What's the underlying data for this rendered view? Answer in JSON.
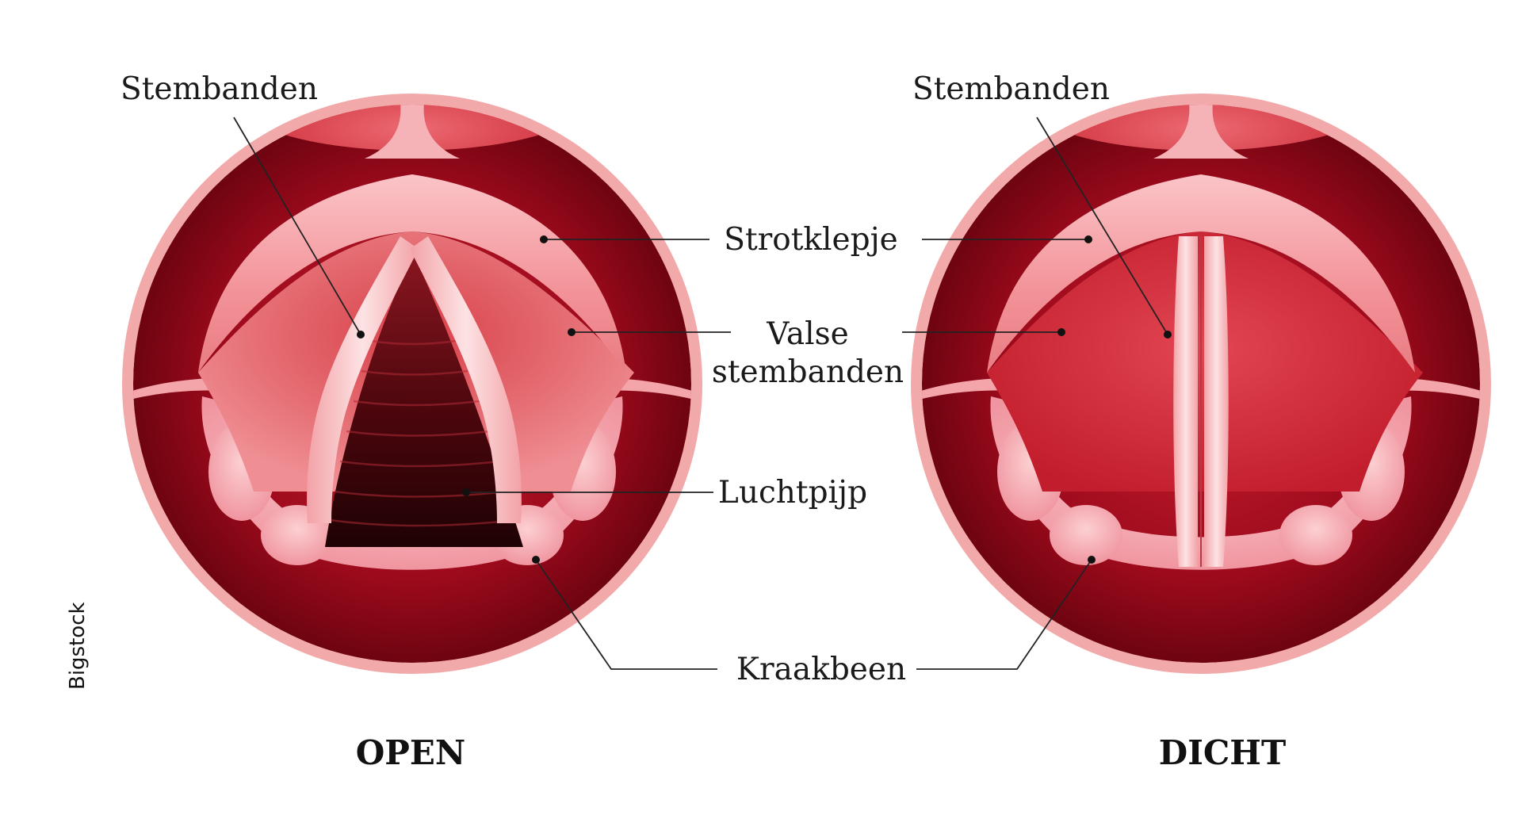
{
  "labels": {
    "vocal_cords_left": "Stembanden",
    "vocal_cords_right": "Stembanden",
    "epiglottis": "Strotklepje",
    "false_cords_line1": "Valse",
    "false_cords_line2": "stembanden",
    "trachea": "Luchtpijp",
    "cartilage": "Kraakbeen"
  },
  "titles": {
    "open": "OPEN",
    "closed": "DICHT"
  },
  "credit": "Bigstock",
  "colors": {
    "rim": "#f0a8a8",
    "dark_wall": "#8e0818",
    "wall_mid": "#c21a2c",
    "pink": "#f4a3a7",
    "pink_light": "#fbd3d5",
    "false_cords": "#e8797c",
    "trachea_dark": "#3a0408"
  }
}
